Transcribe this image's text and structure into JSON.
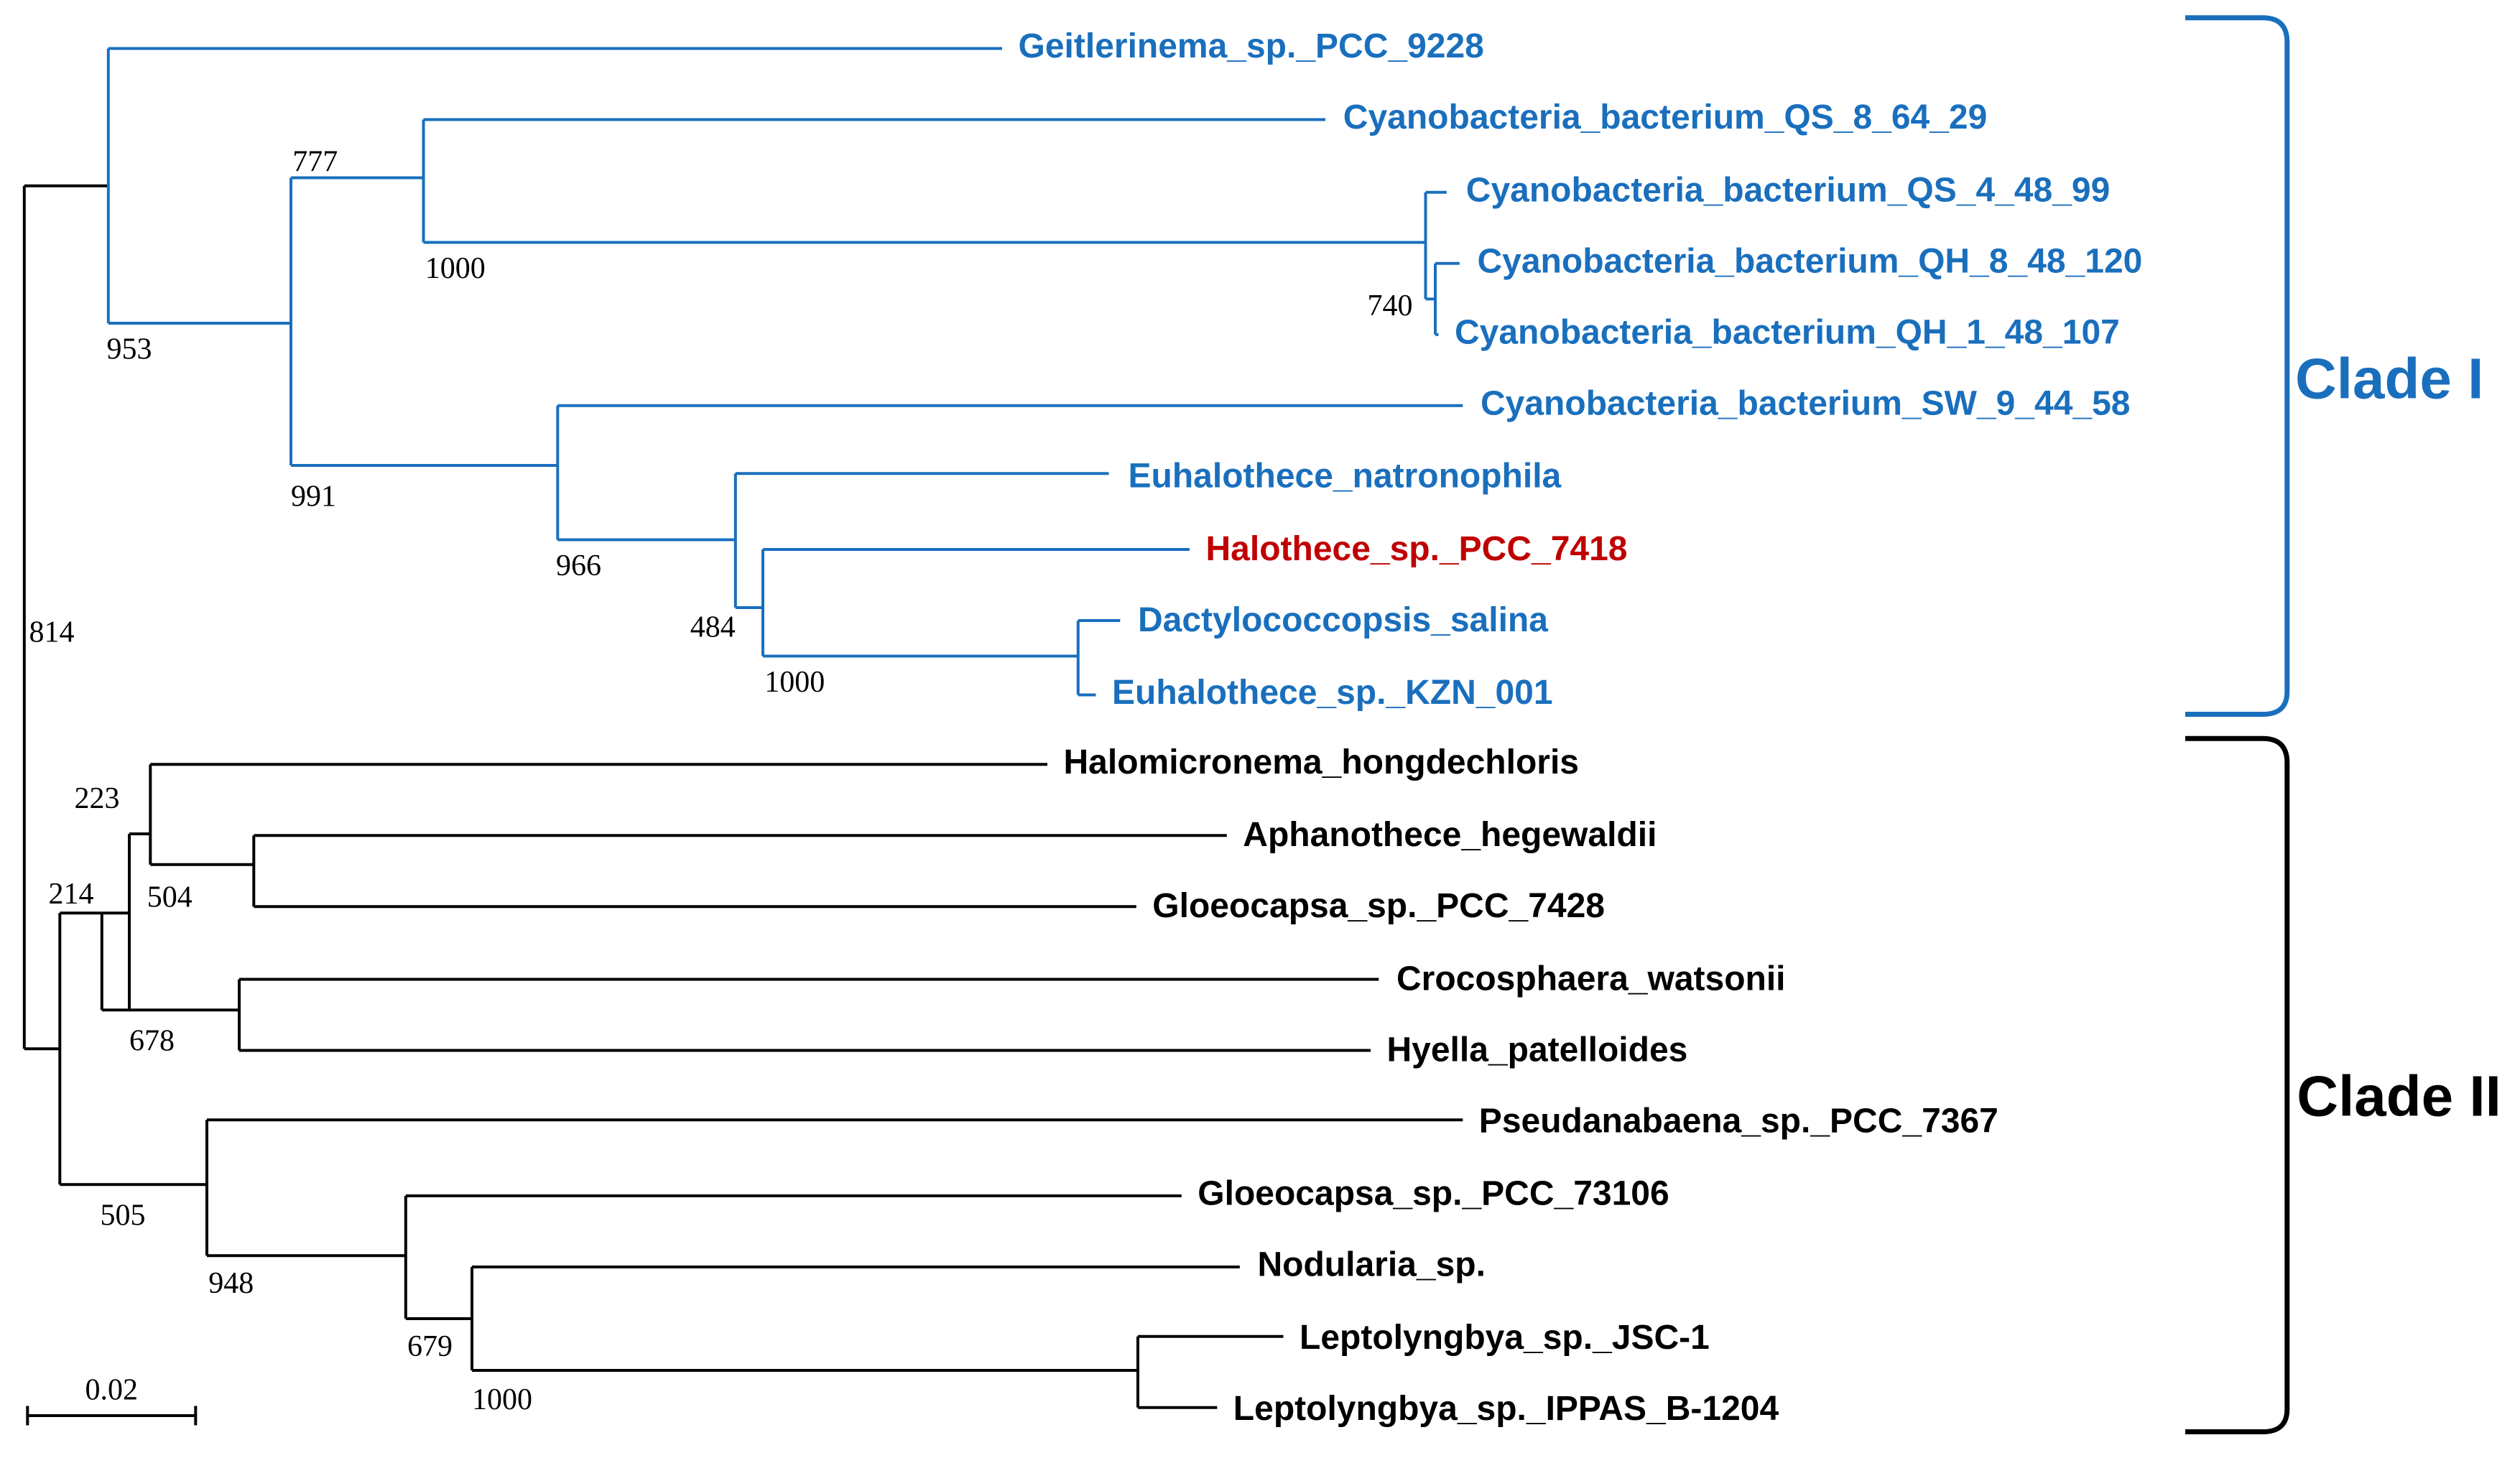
{
  "colors": {
    "clade1": "#1a6fbd",
    "clade2": "#000000",
    "highlight": "#c00000"
  },
  "taxa": [
    {
      "name": "Geitlerinema_sp._PCC_9228",
      "clade": "I"
    },
    {
      "name": "Cyanobacteria_bacterium_QS_8_64_29",
      "clade": "I"
    },
    {
      "name": "Cyanobacteria_bacterium_QS_4_48_99",
      "clade": "I"
    },
    {
      "name": "Cyanobacteria_bacterium_QH_8_48_120",
      "clade": "I"
    },
    {
      "name": "Cyanobacteria_bacterium_QH_1_48_107",
      "clade": "I"
    },
    {
      "name": "Cyanobacteria_bacterium_SW_9_44_58",
      "clade": "I"
    },
    {
      "name": "Euhalothece_natronophila",
      "clade": "I"
    },
    {
      "name": "Halothece_sp._PCC_7418",
      "clade": "I",
      "highlight": true
    },
    {
      "name": "Dactylococcopsis_salina",
      "clade": "I"
    },
    {
      "name": "Euhalothece_sp._KZN_001",
      "clade": "I"
    },
    {
      "name": "Halomicronema_hongdechloris",
      "clade": "II"
    },
    {
      "name": "Aphanothece_hegewaldii",
      "clade": "II"
    },
    {
      "name": "Gloeocapsa_sp._PCC_7428",
      "clade": "II"
    },
    {
      "name": "Crocosphaera_watsonii",
      "clade": "II"
    },
    {
      "name": "Hyella_patelloides",
      "clade": "II"
    },
    {
      "name": "Pseudanabaena_sp._PCC_7367",
      "clade": "II"
    },
    {
      "name": "Gloeocapsa_sp._PCC_73106",
      "clade": "II"
    },
    {
      "name": "Nodularia_sp.",
      "clade": "II"
    },
    {
      "name": "Leptolyngbya_sp._JSC-1",
      "clade": "II"
    },
    {
      "name": "Leptolyngbya_sp._IPPAS_B-1204",
      "clade": "II"
    }
  ],
  "bootstrap_values": [
    "777",
    "1000",
    "953",
    "740",
    "991",
    "966",
    "484",
    "1000",
    "814",
    "223",
    "214",
    "504",
    "678",
    "505",
    "948",
    "679",
    "1000"
  ],
  "clades": [
    {
      "label": "Clade I",
      "color": "#1a6fbd"
    },
    {
      "label": "Clade II",
      "color": "#000000"
    }
  ],
  "scale_bar": {
    "label": "0.02",
    "value": 0.02
  }
}
